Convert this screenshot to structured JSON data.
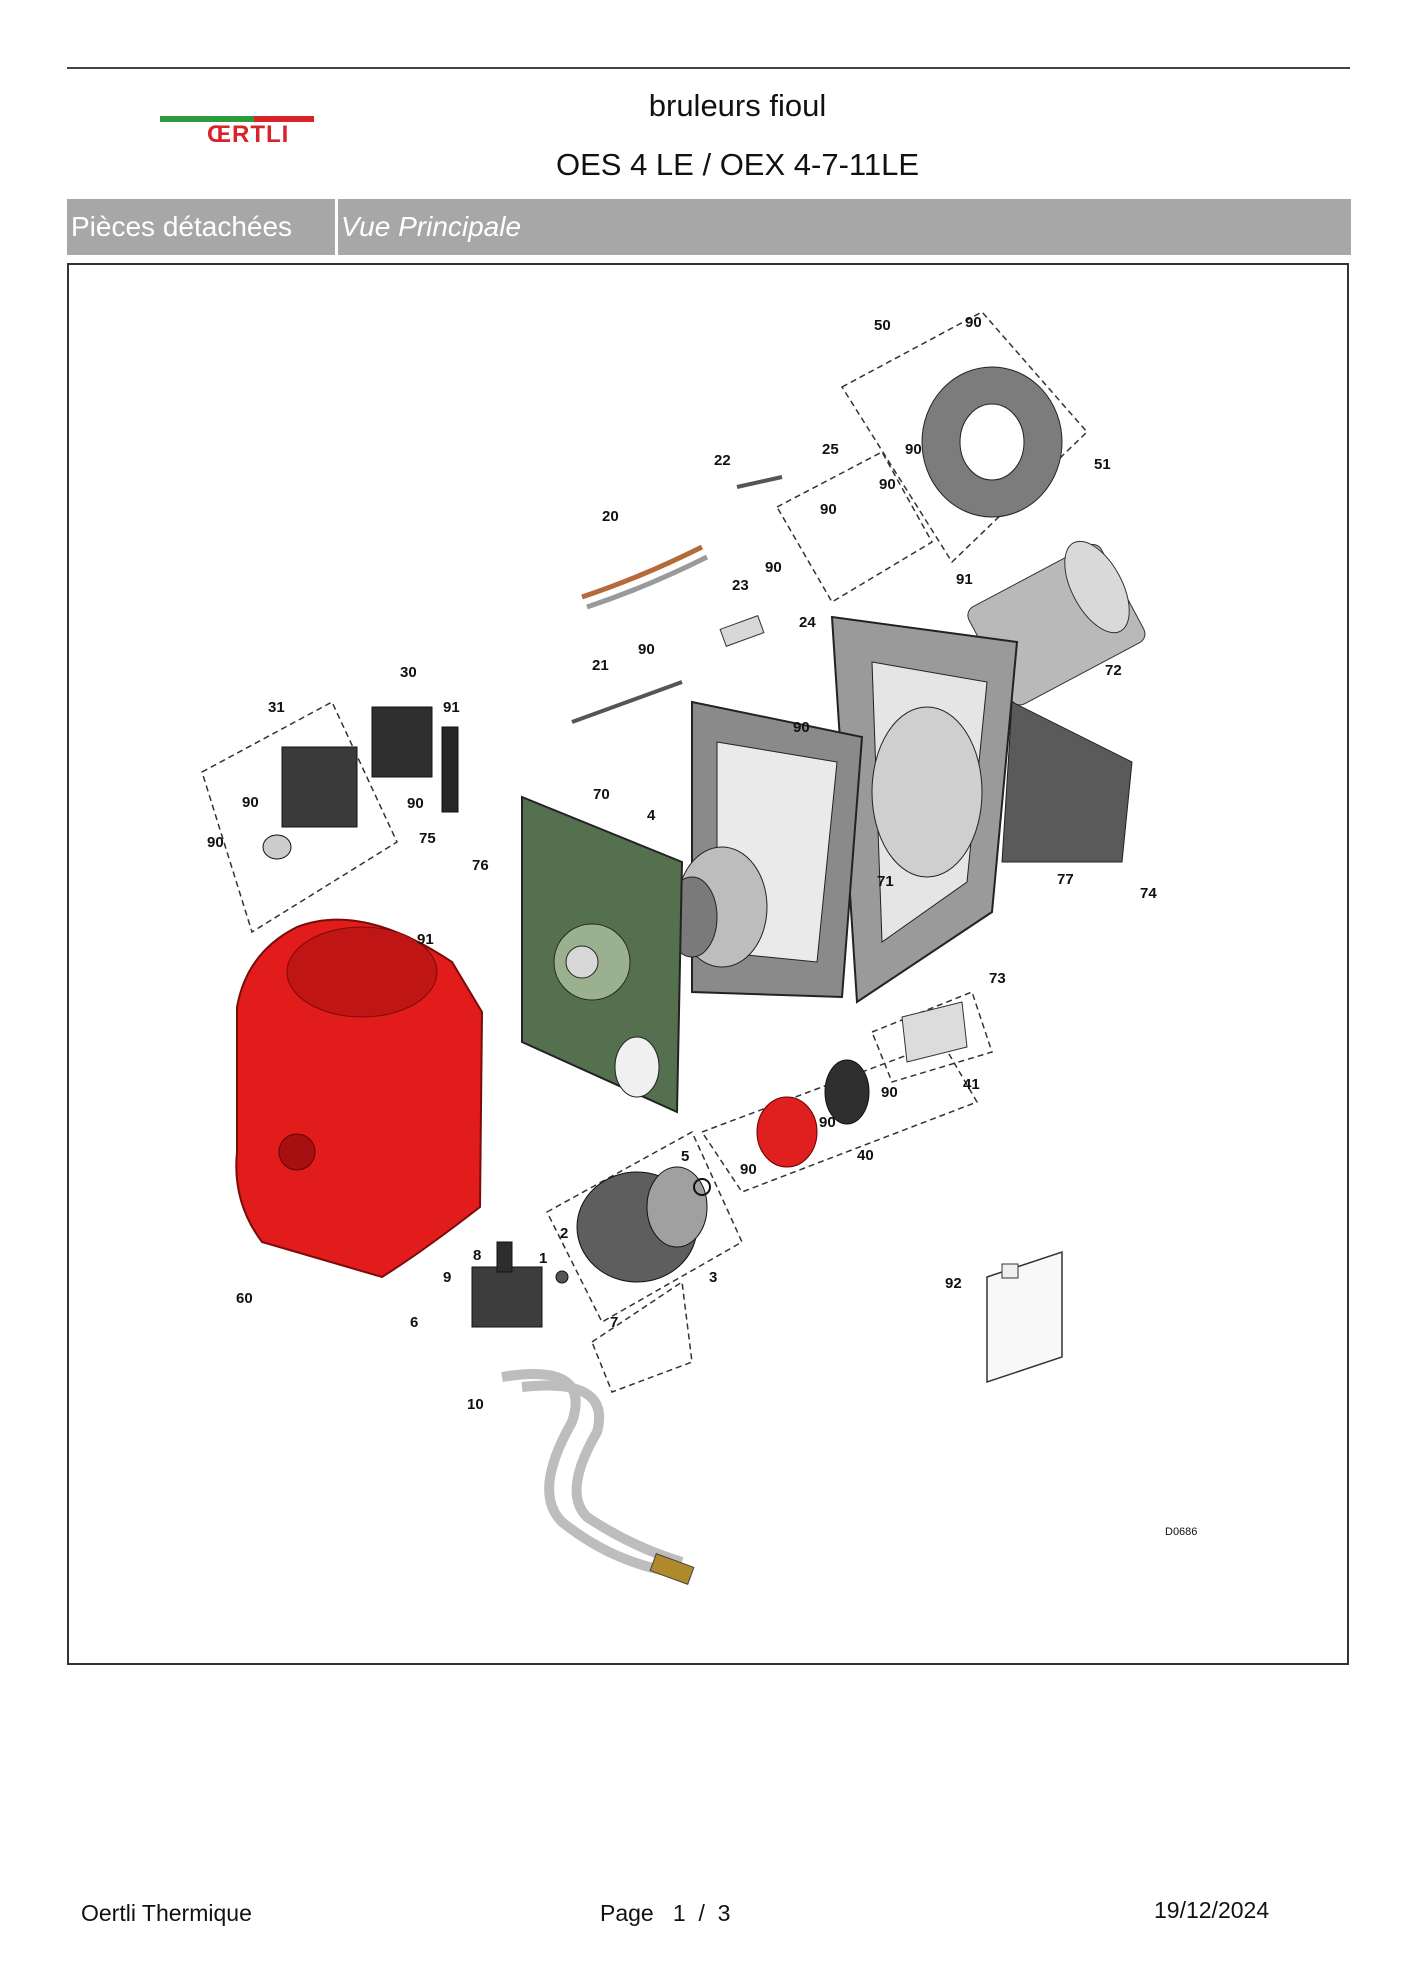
{
  "header": {
    "logo_text": "ŒRTLI",
    "title_line1": "bruleurs fioul",
    "title_line2": "OES 4 LE / OEX 4-7-11LE"
  },
  "section_band": {
    "left_label": "Pièces détachées",
    "right_label": "Vue Principale"
  },
  "diagram": {
    "drawing_ref": "D0686",
    "part_numbers": [
      "50",
      "90",
      "51",
      "22",
      "25",
      "90",
      "90",
      "90",
      "20",
      "90",
      "23",
      "24",
      "91",
      "72",
      "21",
      "90",
      "30",
      "31",
      "91",
      "90",
      "90",
      "90",
      "70",
      "4",
      "90",
      "71",
      "75",
      "76",
      "91",
      "77",
      "74",
      "73",
      "41",
      "90",
      "90",
      "40",
      "5",
      "90",
      "60",
      "9",
      "8",
      "2",
      "1",
      "3",
      "6",
      "7",
      "10",
      "92"
    ],
    "colors": {
      "cover": "#e21b1b",
      "fan": "#e01f1f",
      "metal": "#8c8c8c",
      "dark": "#3a3a3a"
    }
  },
  "footer": {
    "company": "Oertli Thermique",
    "page_label": "Page   1  /  3",
    "date": "19/12/2024"
  }
}
